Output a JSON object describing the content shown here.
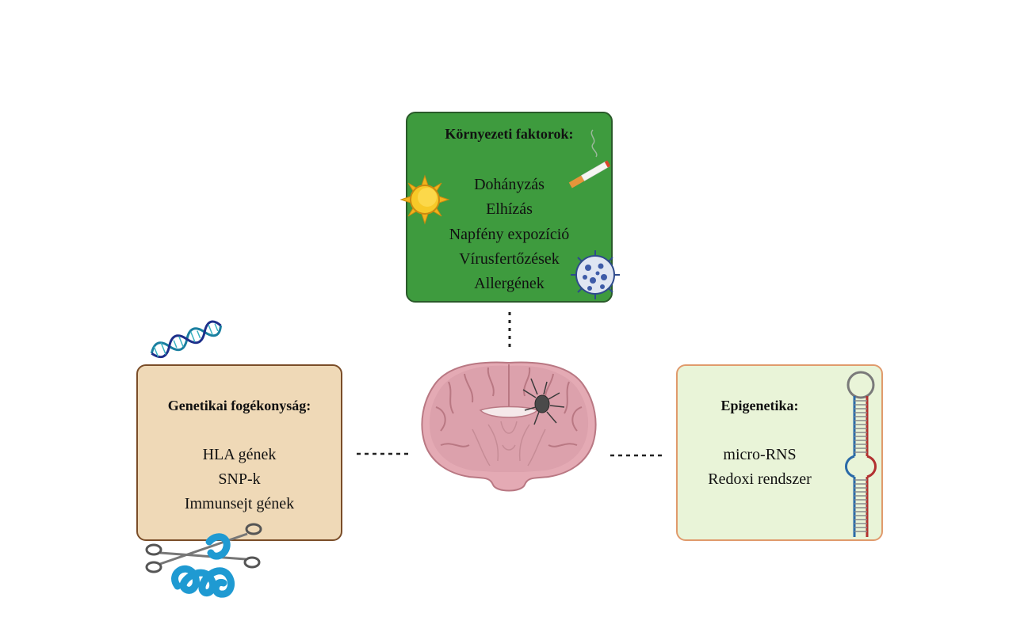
{
  "environmental": {
    "title": "Környezeti faktorok:",
    "items": [
      "Dohányzás",
      "Elhízás",
      "Napfény expozíció",
      "Vírusfertőzések",
      "Allergének"
    ]
  },
  "genetic": {
    "title": "Genetikai fogékonyság:",
    "items": [
      "HLA gének",
      "SNP-k",
      "Immunsejt gének"
    ]
  },
  "epigenetic": {
    "title": "Epigenetika:",
    "items": [
      "micro-RNS",
      "Redoxi rendszer"
    ]
  },
  "colors": {
    "environmental_fill": "#3e9b3e",
    "genetic_fill": "#efd9b7",
    "epigenetic_fill": "#e9f4d8",
    "brain": "#d99aa5"
  },
  "icons": [
    "sun-icon",
    "cigarette-icon",
    "virus-icon",
    "dna-helix-icon",
    "scissors-dna-icon",
    "rna-hairpin-icon",
    "brain-section-icon"
  ]
}
